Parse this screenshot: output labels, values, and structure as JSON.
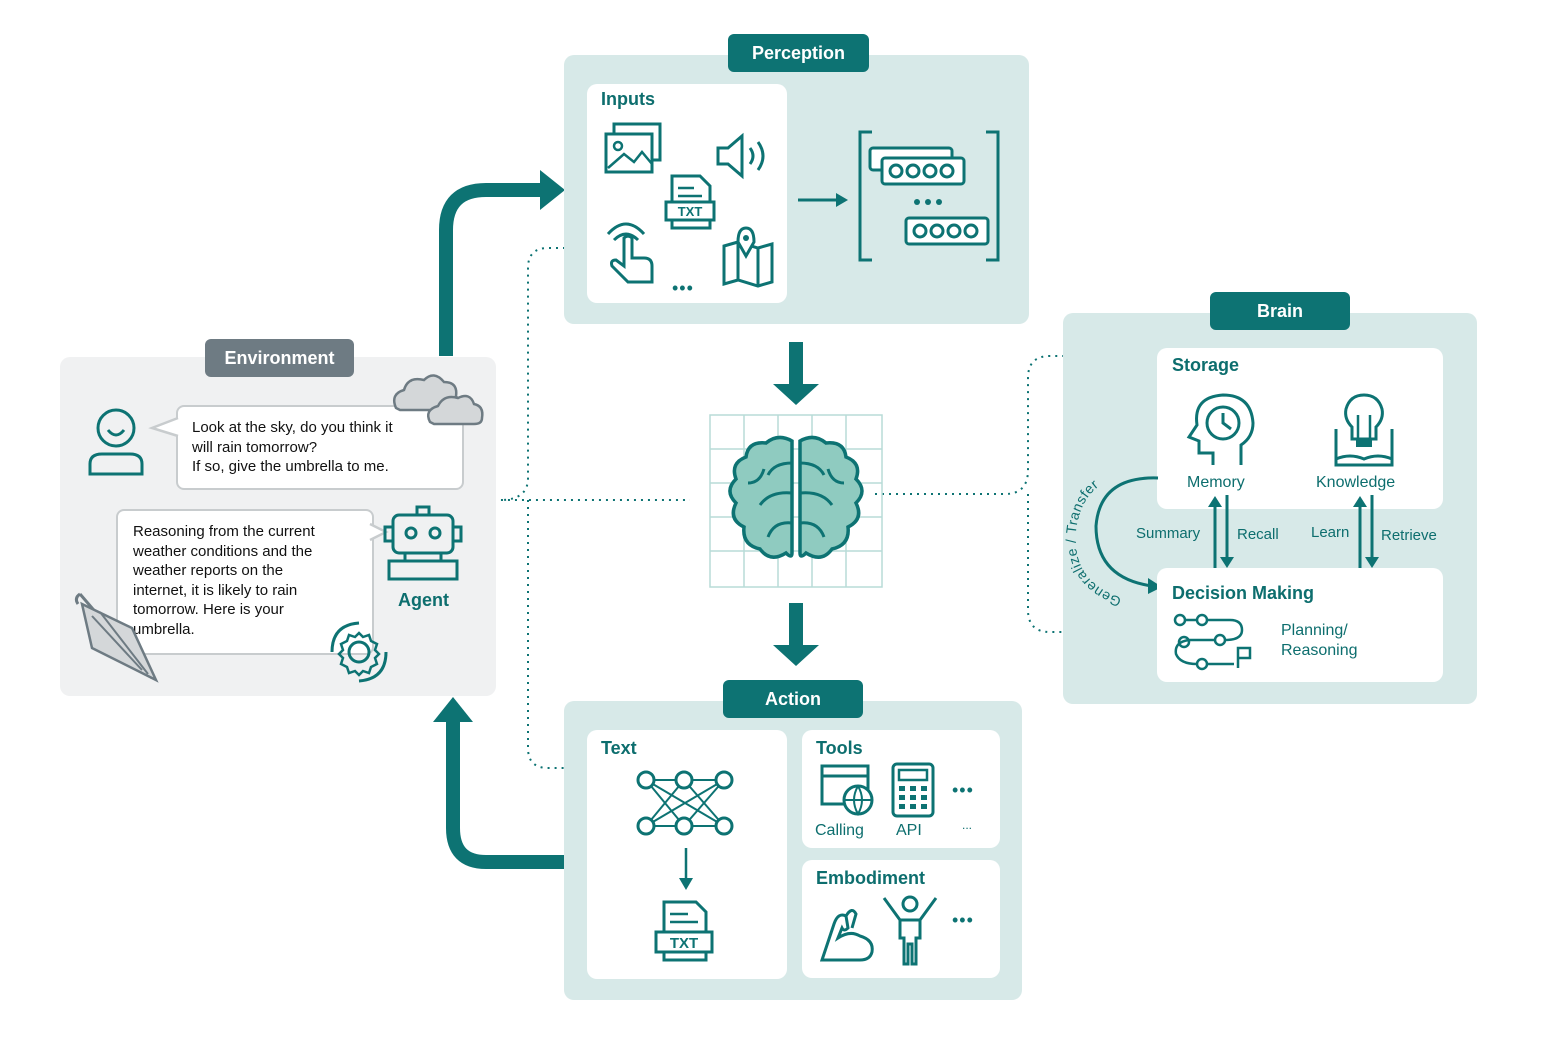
{
  "environment": {
    "title": "Environment",
    "user_message": [
      "Look at the sky, do you think it",
      "will rain tomorrow?",
      "If so, give the umbrella to me."
    ],
    "agent_message": [
      "Reasoning from the current",
      "weather conditions and the",
      "weather reports on the",
      "internet, it is likely to rain",
      "tomorrow. Here is your",
      "umbrella."
    ],
    "agent_label": "Agent"
  },
  "perception": {
    "title": "Perception",
    "inputs_header": "Inputs",
    "txt_label": "TXT",
    "ellipsis": "•••"
  },
  "brain": {
    "title": "Brain",
    "storage_header": "Storage",
    "memory_label": "Memory",
    "knowledge_label": "Knowledge",
    "summary_label": "Summary",
    "recall_label": "Recall",
    "learn_label": "Learn",
    "retrieve_label": "Retrieve",
    "generalize_label": "Generalize / Transfer",
    "decision_header": "Decision Making",
    "planning_label": [
      "Planning/",
      "Reasoning"
    ]
  },
  "action": {
    "title": "Action",
    "text_header": "Text",
    "txt_label": "TXT",
    "tools_header": "Tools",
    "calling_label": "Calling",
    "api_label": "API",
    "tools_more": "...",
    "embodiment_header": "Embodiment",
    "ellipsis": "•••"
  },
  "colors": {
    "teal": "#0d7373",
    "panel": "#d7e9e8",
    "brain_fill": "#8fcbc0",
    "grey_tag": "#6e7b83"
  }
}
